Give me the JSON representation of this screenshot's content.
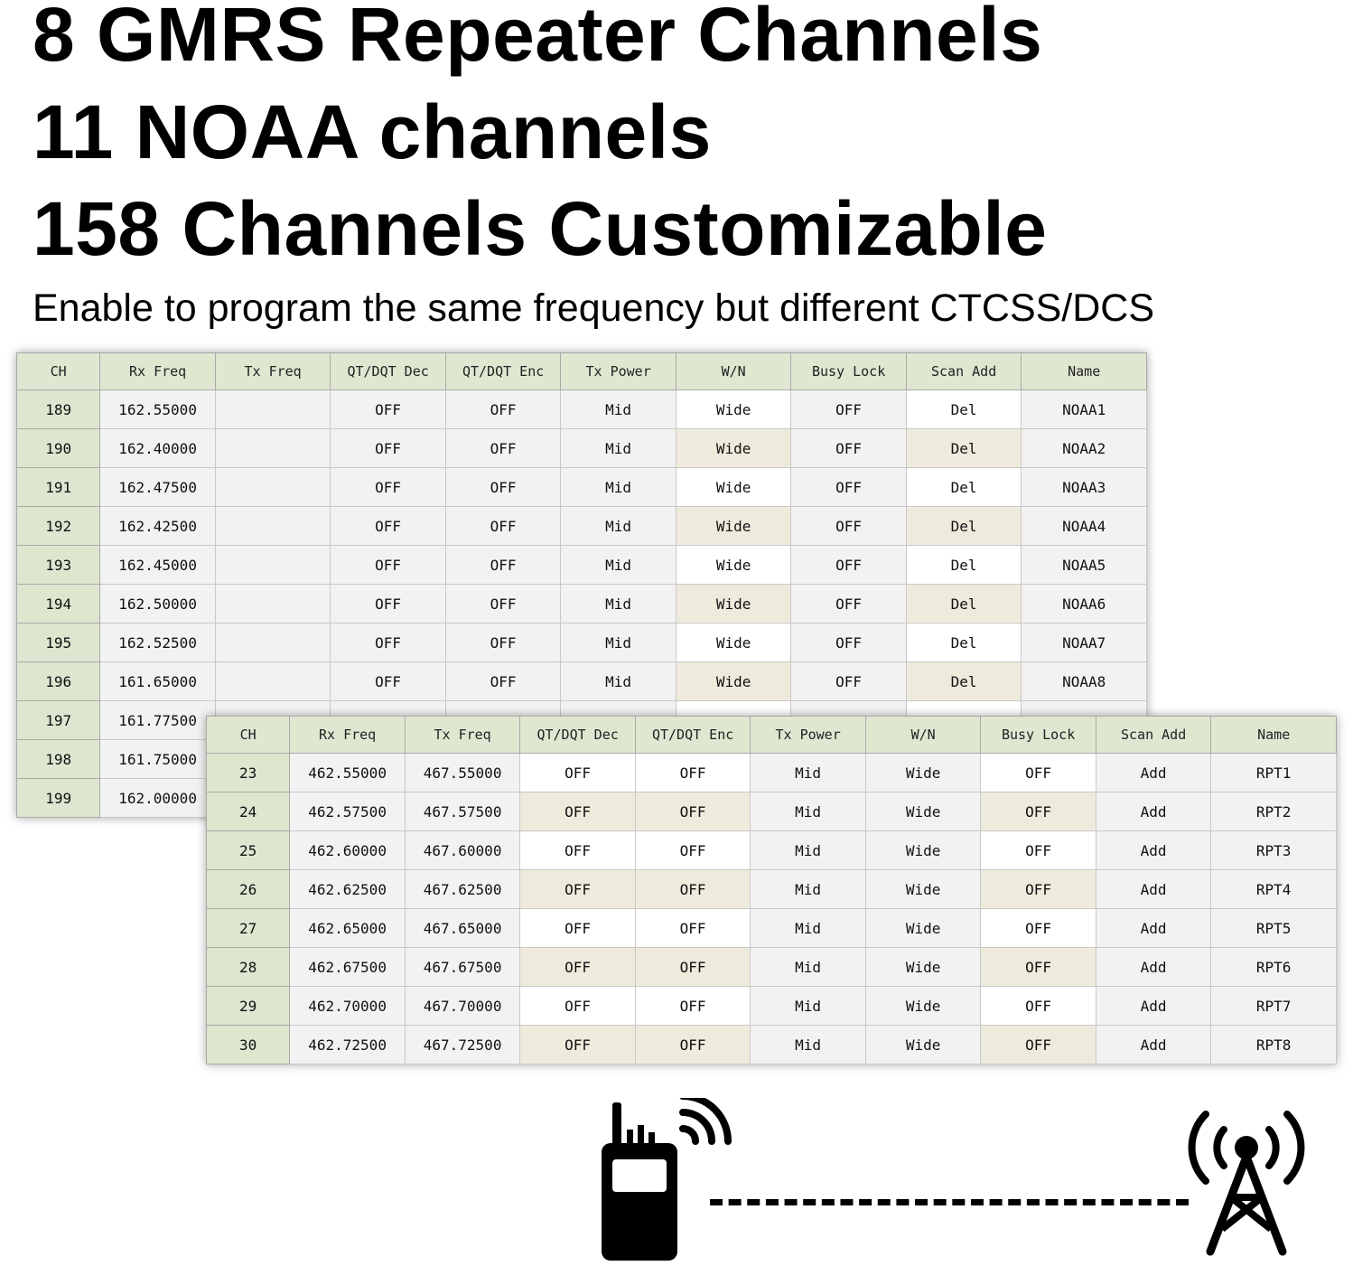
{
  "headlines": {
    "line1": "8 GMRS Repeater Channels",
    "line2": "11 NOAA channels",
    "line3": "158 Channels Customizable",
    "sub": "Enable to program the same frequency but different CTCSS/DCS"
  },
  "columns": [
    "CH",
    "Rx Freq",
    "Tx Freq",
    "QT/DQT Dec",
    "QT/DQT Enc",
    "Tx Power",
    "W/N",
    "Busy Lock",
    "Scan Add",
    "Name"
  ],
  "noaa_table": {
    "rows": [
      [
        "189",
        "162.55000",
        "",
        "OFF",
        "OFF",
        "Mid",
        "Wide",
        "OFF",
        "Del",
        "NOAA1"
      ],
      [
        "190",
        "162.40000",
        "",
        "OFF",
        "OFF",
        "Mid",
        "Wide",
        "OFF",
        "Del",
        "NOAA2"
      ],
      [
        "191",
        "162.47500",
        "",
        "OFF",
        "OFF",
        "Mid",
        "Wide",
        "OFF",
        "Del",
        "NOAA3"
      ],
      [
        "192",
        "162.42500",
        "",
        "OFF",
        "OFF",
        "Mid",
        "Wide",
        "OFF",
        "Del",
        "NOAA4"
      ],
      [
        "193",
        "162.45000",
        "",
        "OFF",
        "OFF",
        "Mid",
        "Wide",
        "OFF",
        "Del",
        "NOAA5"
      ],
      [
        "194",
        "162.50000",
        "",
        "OFF",
        "OFF",
        "Mid",
        "Wide",
        "OFF",
        "Del",
        "NOAA6"
      ],
      [
        "195",
        "162.52500",
        "",
        "OFF",
        "OFF",
        "Mid",
        "Wide",
        "OFF",
        "Del",
        "NOAA7"
      ],
      [
        "196",
        "161.65000",
        "",
        "OFF",
        "OFF",
        "Mid",
        "Wide",
        "OFF",
        "Del",
        "NOAA8"
      ],
      [
        "197",
        "161.77500",
        "",
        "",
        "",
        "",
        "",
        "",
        "",
        ""
      ],
      [
        "198",
        "161.75000",
        "",
        "",
        "",
        "",
        "",
        "",
        "",
        ""
      ],
      [
        "199",
        "162.00000",
        "",
        "",
        "",
        "",
        "",
        "",
        "",
        ""
      ]
    ]
  },
  "rpt_table": {
    "rows": [
      [
        "23",
        "462.55000",
        "467.55000",
        "OFF",
        "OFF",
        "Mid",
        "Wide",
        "OFF",
        "Add",
        "RPT1"
      ],
      [
        "24",
        "462.57500",
        "467.57500",
        "OFF",
        "OFF",
        "Mid",
        "Wide",
        "OFF",
        "Add",
        "RPT2"
      ],
      [
        "25",
        "462.60000",
        "467.60000",
        "OFF",
        "OFF",
        "Mid",
        "Wide",
        "OFF",
        "Add",
        "RPT3"
      ],
      [
        "26",
        "462.62500",
        "467.62500",
        "OFF",
        "OFF",
        "Mid",
        "Wide",
        "OFF",
        "Add",
        "RPT4"
      ],
      [
        "27",
        "462.65000",
        "467.65000",
        "OFF",
        "OFF",
        "Mid",
        "Wide",
        "OFF",
        "Add",
        "RPT5"
      ],
      [
        "28",
        "462.67500",
        "467.67500",
        "OFF",
        "OFF",
        "Mid",
        "Wide",
        "OFF",
        "Add",
        "RPT6"
      ],
      [
        "29",
        "462.70000",
        "467.70000",
        "OFF",
        "OFF",
        "Mid",
        "Wide",
        "OFF",
        "Add",
        "RPT7"
      ],
      [
        "30",
        "462.72500",
        "467.72500",
        "OFF",
        "OFF",
        "Mid",
        "Wide",
        "OFF",
        "Add",
        "RPT8"
      ]
    ]
  },
  "icons": {
    "radio": "walkie-talkie-icon",
    "tower": "radio-tower-icon",
    "link": "dashed-link-line"
  },
  "colors": {
    "header_bg": "#dfe7d1",
    "ch_bg": "#dde6cf",
    "alt_row": "#efebdc"
  }
}
